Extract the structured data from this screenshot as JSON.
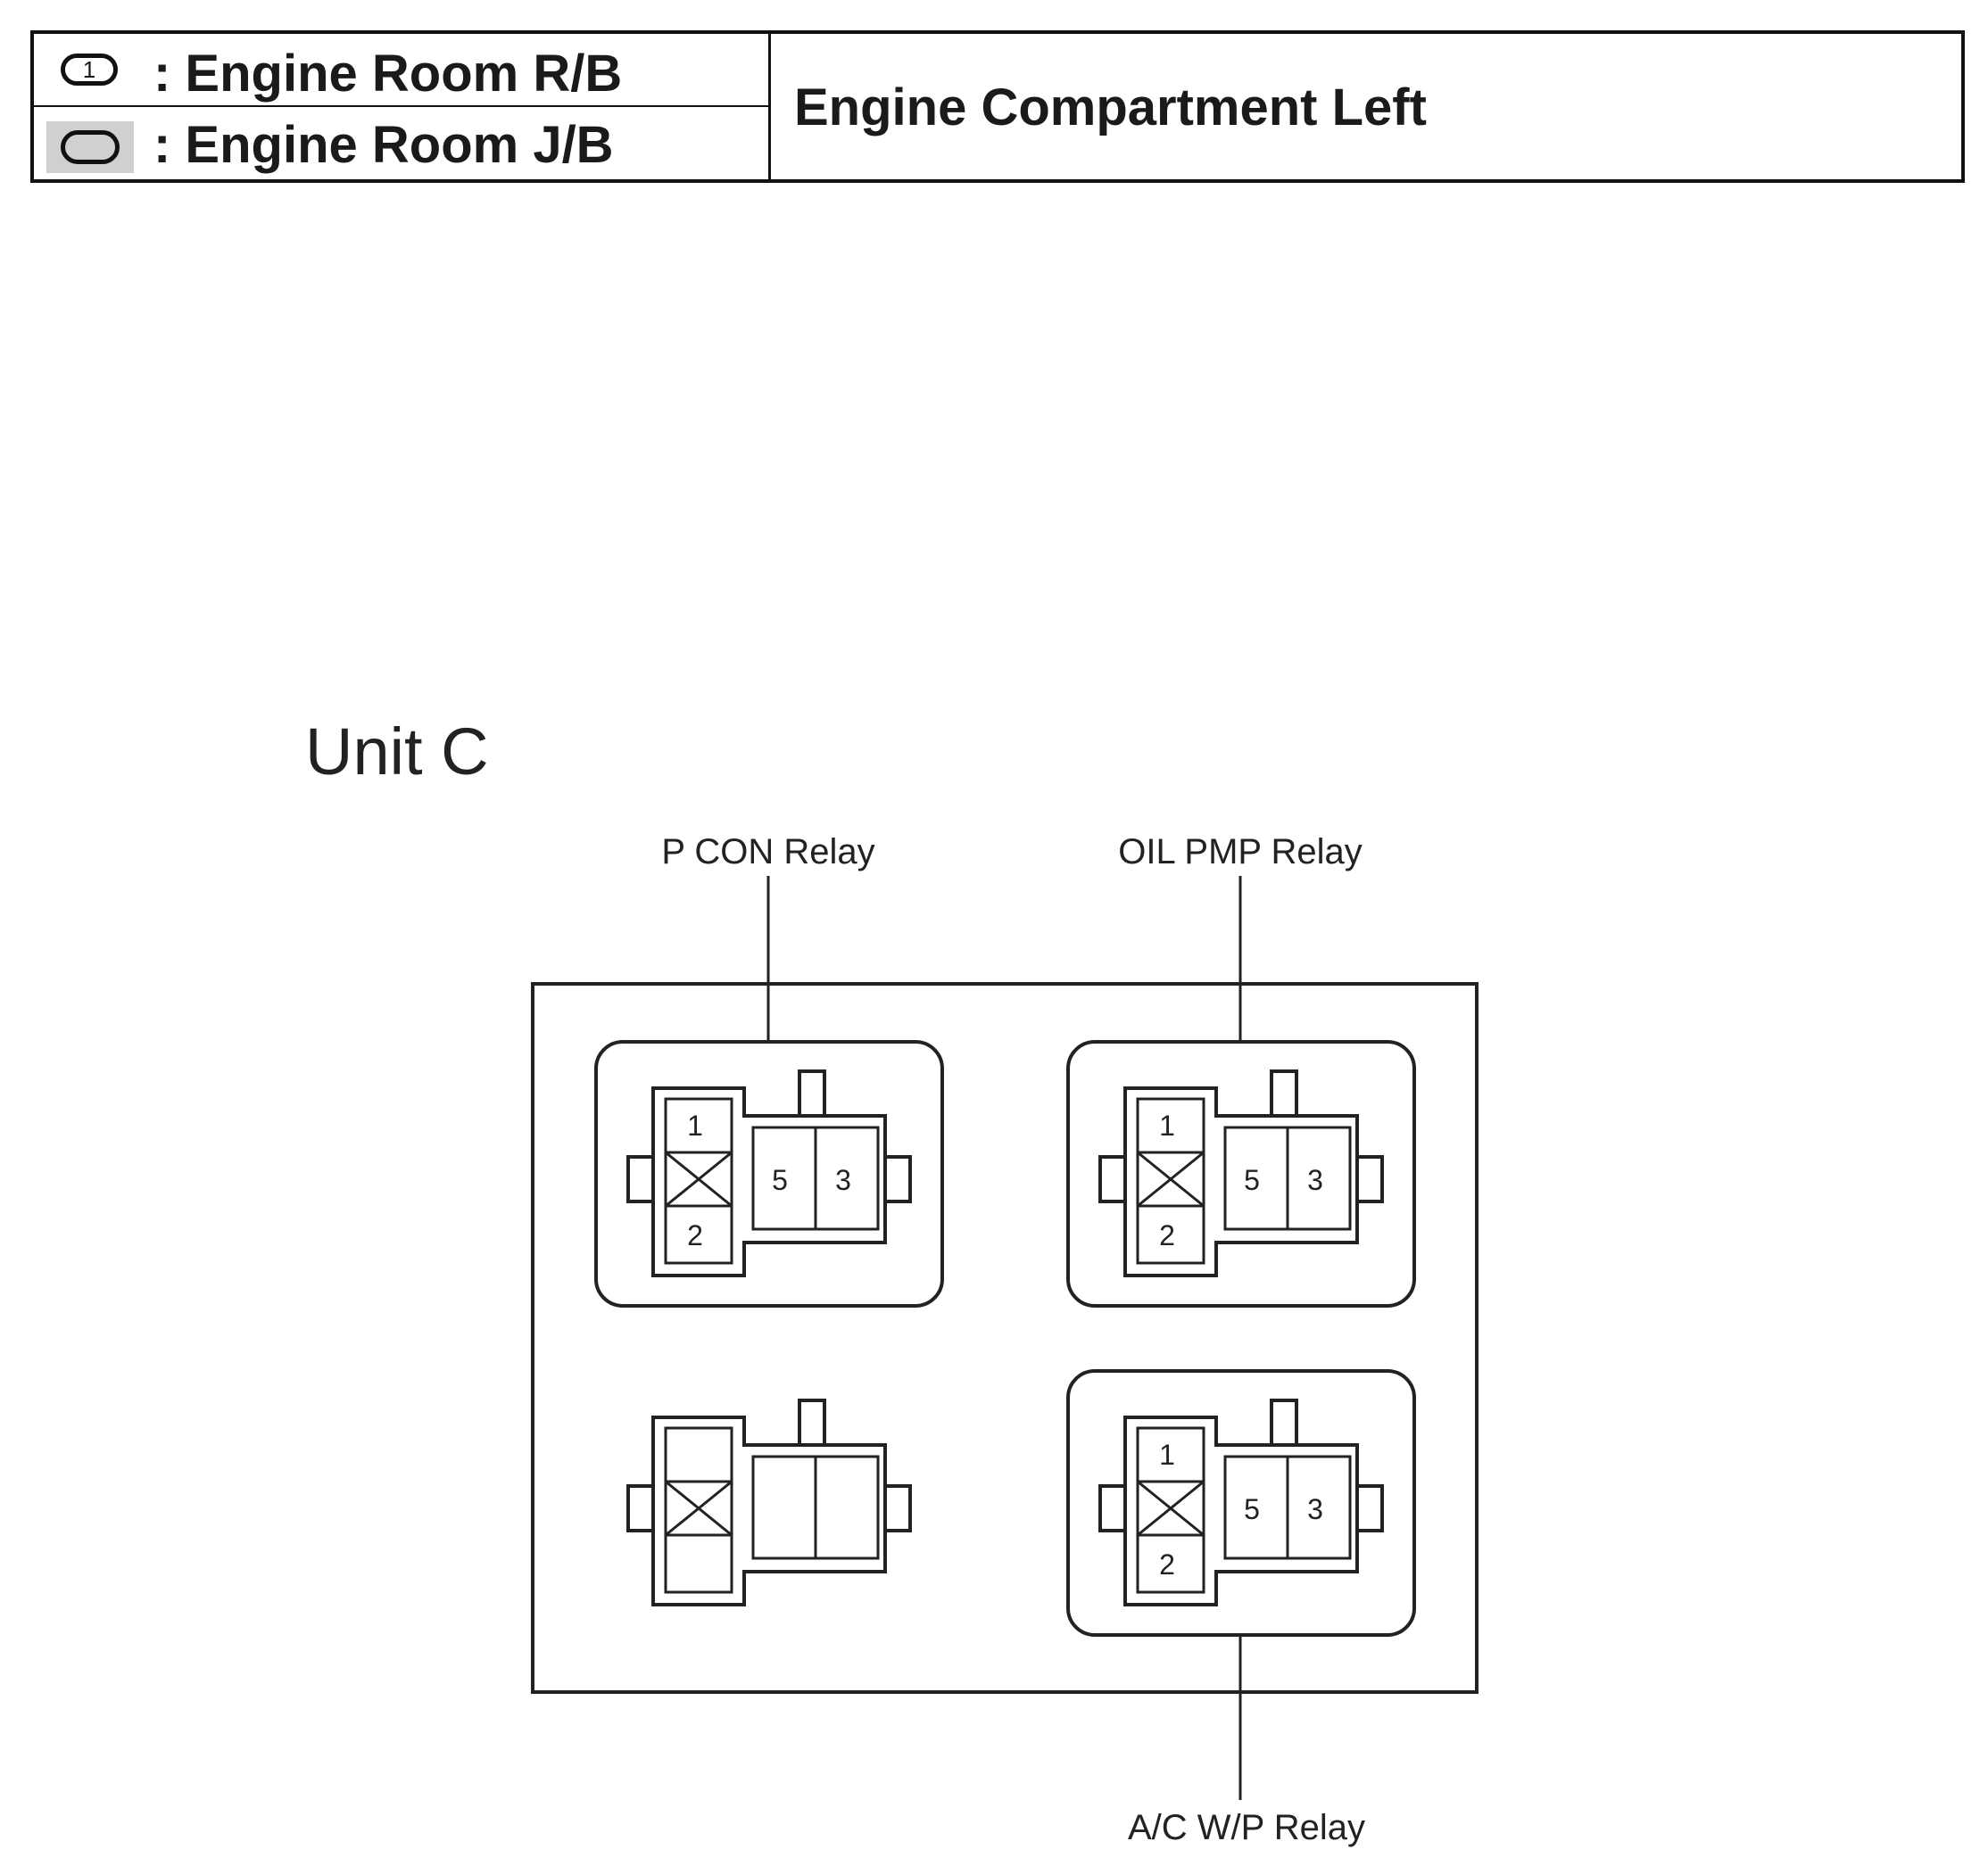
{
  "legend": {
    "rows": [
      {
        "symbol": "1",
        "text": ": Engine Room R/B"
      },
      {
        "symbol": "",
        "text": ": Engine Room J/B"
      }
    ],
    "location": "Engine Compartment Left"
  },
  "unit_title": "Unit C",
  "relays": {
    "p_con": {
      "label": "P CON Relay",
      "pins": [
        "1",
        "2",
        "5",
        "3"
      ]
    },
    "oil_pmp": {
      "label": "OIL PMP Relay",
      "pins": [
        "1",
        "2",
        "5",
        "3"
      ]
    },
    "ac_wp": {
      "label": "A/C W/P Relay",
      "pins": [
        "1",
        "2",
        "5",
        "3"
      ]
    }
  }
}
